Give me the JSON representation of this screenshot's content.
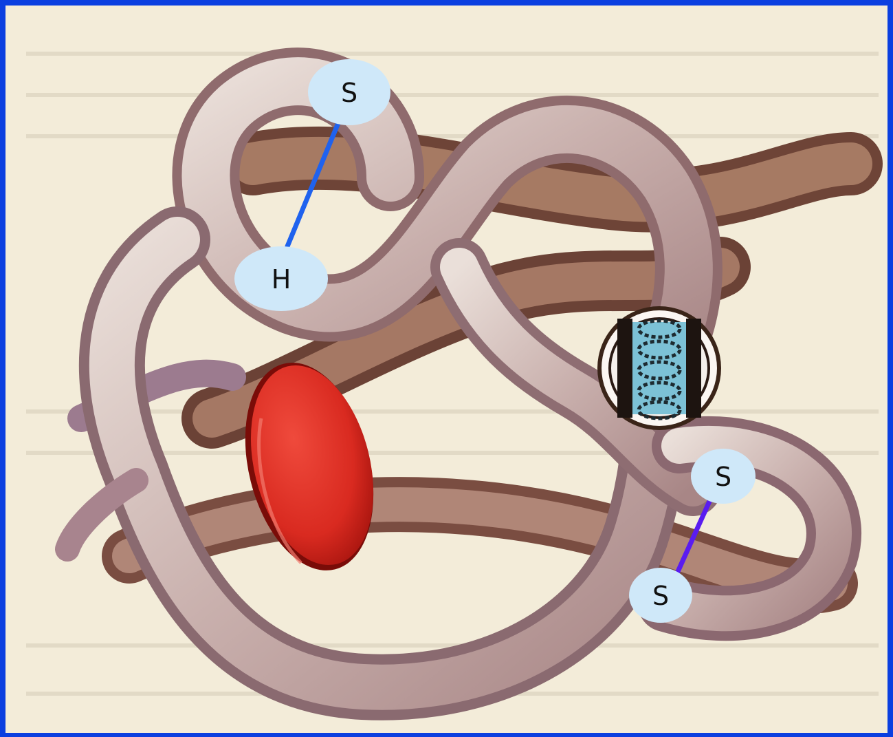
{
  "diagram": {
    "labels": {
      "top_s": "S",
      "h": "H",
      "right_s_top": "S",
      "right_s_bottom": "S"
    },
    "colors": {
      "frame": "#0b3fe0",
      "background": "#f3ecd9",
      "bubble": "#cfe8f9",
      "sh_bond": "#1f62ee",
      "ss_bond": "#5a1cf0",
      "heme": "#dc2d22",
      "helix_inset": "#7cc1d6"
    },
    "icons": [
      "folded-protein-chain",
      "heme-disc",
      "alpha-helix-inset"
    ]
  }
}
